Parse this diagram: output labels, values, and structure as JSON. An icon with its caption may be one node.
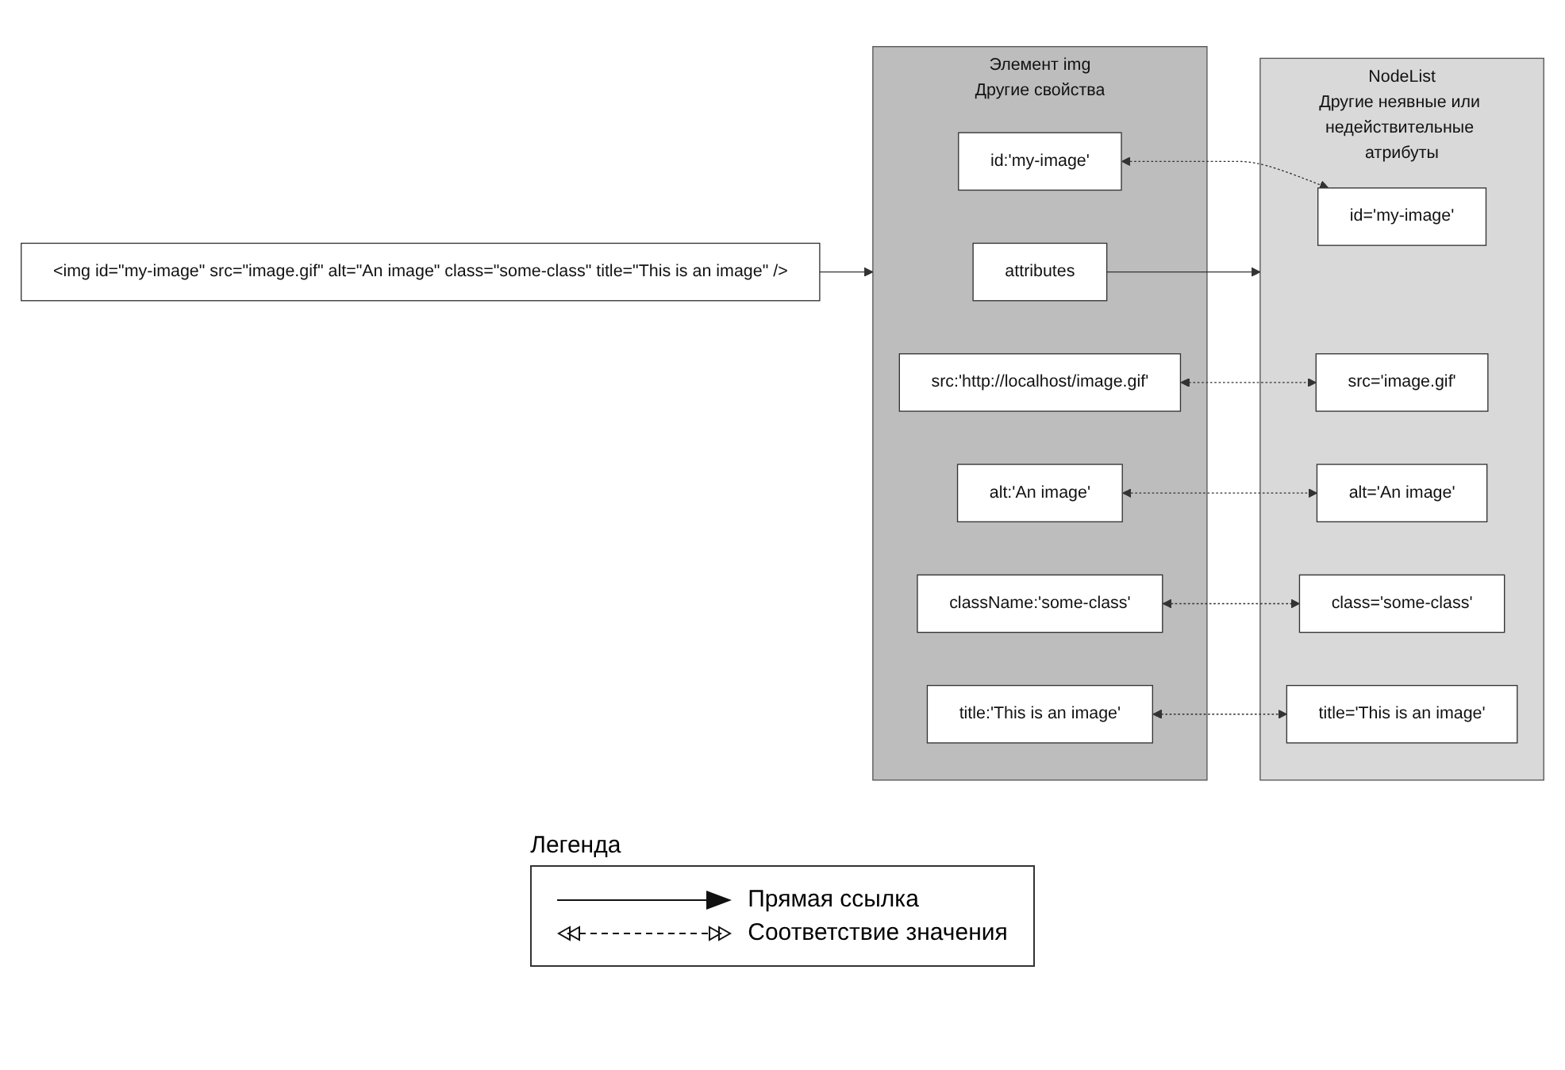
{
  "diagram": {
    "nodes": [
      {
        "text": [
          "<img id=\"my-image\" src=\"image.gif\" alt=\"An image\" class=\"some-class\" title=\"This is an image\" />"
        ]
      },
      {
        "text": [
          "Элемент img",
          "Другие свойства"
        ]
      },
      {
        "text": [
          "attributes"
        ],
        "in": 1
      },
      {
        "text": [
          "id:'my-image'"
        ],
        "in": 1
      },
      {
        "text": [
          "src:'http://localhost/image.gif'"
        ],
        "in": 1
      },
      {
        "text": [
          "alt:'An image'"
        ],
        "in": 1
      },
      {
        "text": [
          "className:'some-class'"
        ],
        "in": 1
      },
      {
        "text": [
          "title:'This is an image'"
        ],
        "in": 1
      },
      {
        "text": [
          "NodeList",
          "Другие неявные или недействительные атрибуты"
        ]
      },
      {
        "text": [
          "id='my-image'"
        ],
        "in": 8
      },
      {
        "text": [
          "src='image.gif'"
        ],
        "in": 8
      },
      {
        "text": [
          "alt='An image'"
        ],
        "in": 8
      },
      {
        "text": [
          "class='some-class'"
        ],
        "in": 8
      },
      {
        "text": [
          "title='This is an image'"
        ],
        "in": 8
      }
    ],
    "edges": [
      {
        "from": 0,
        "to": 1,
        "arrow": "to"
      },
      {
        "from": 2,
        "to": 8,
        "arrow": "to"
      },
      {
        "from": 3,
        "to": 9,
        "arrow": "both",
        "style": "dashed"
      },
      {
        "from": 4,
        "to": 10,
        "arrow": "both",
        "style": "dashed"
      },
      {
        "from": 5,
        "to": 11,
        "arrow": "both",
        "style": "dashed"
      },
      {
        "from": 6,
        "to": 12,
        "arrow": "both",
        "style": "dashed"
      },
      {
        "from": 7,
        "to": 13,
        "arrow": "both",
        "style": "dashed"
      }
    ],
    "labels": [
      "Легенда"
    ],
    "legend": [
      {
        "text": "Прямая ссылка"
      },
      {
        "text": "Соответствие значения"
      }
    ]
  }
}
